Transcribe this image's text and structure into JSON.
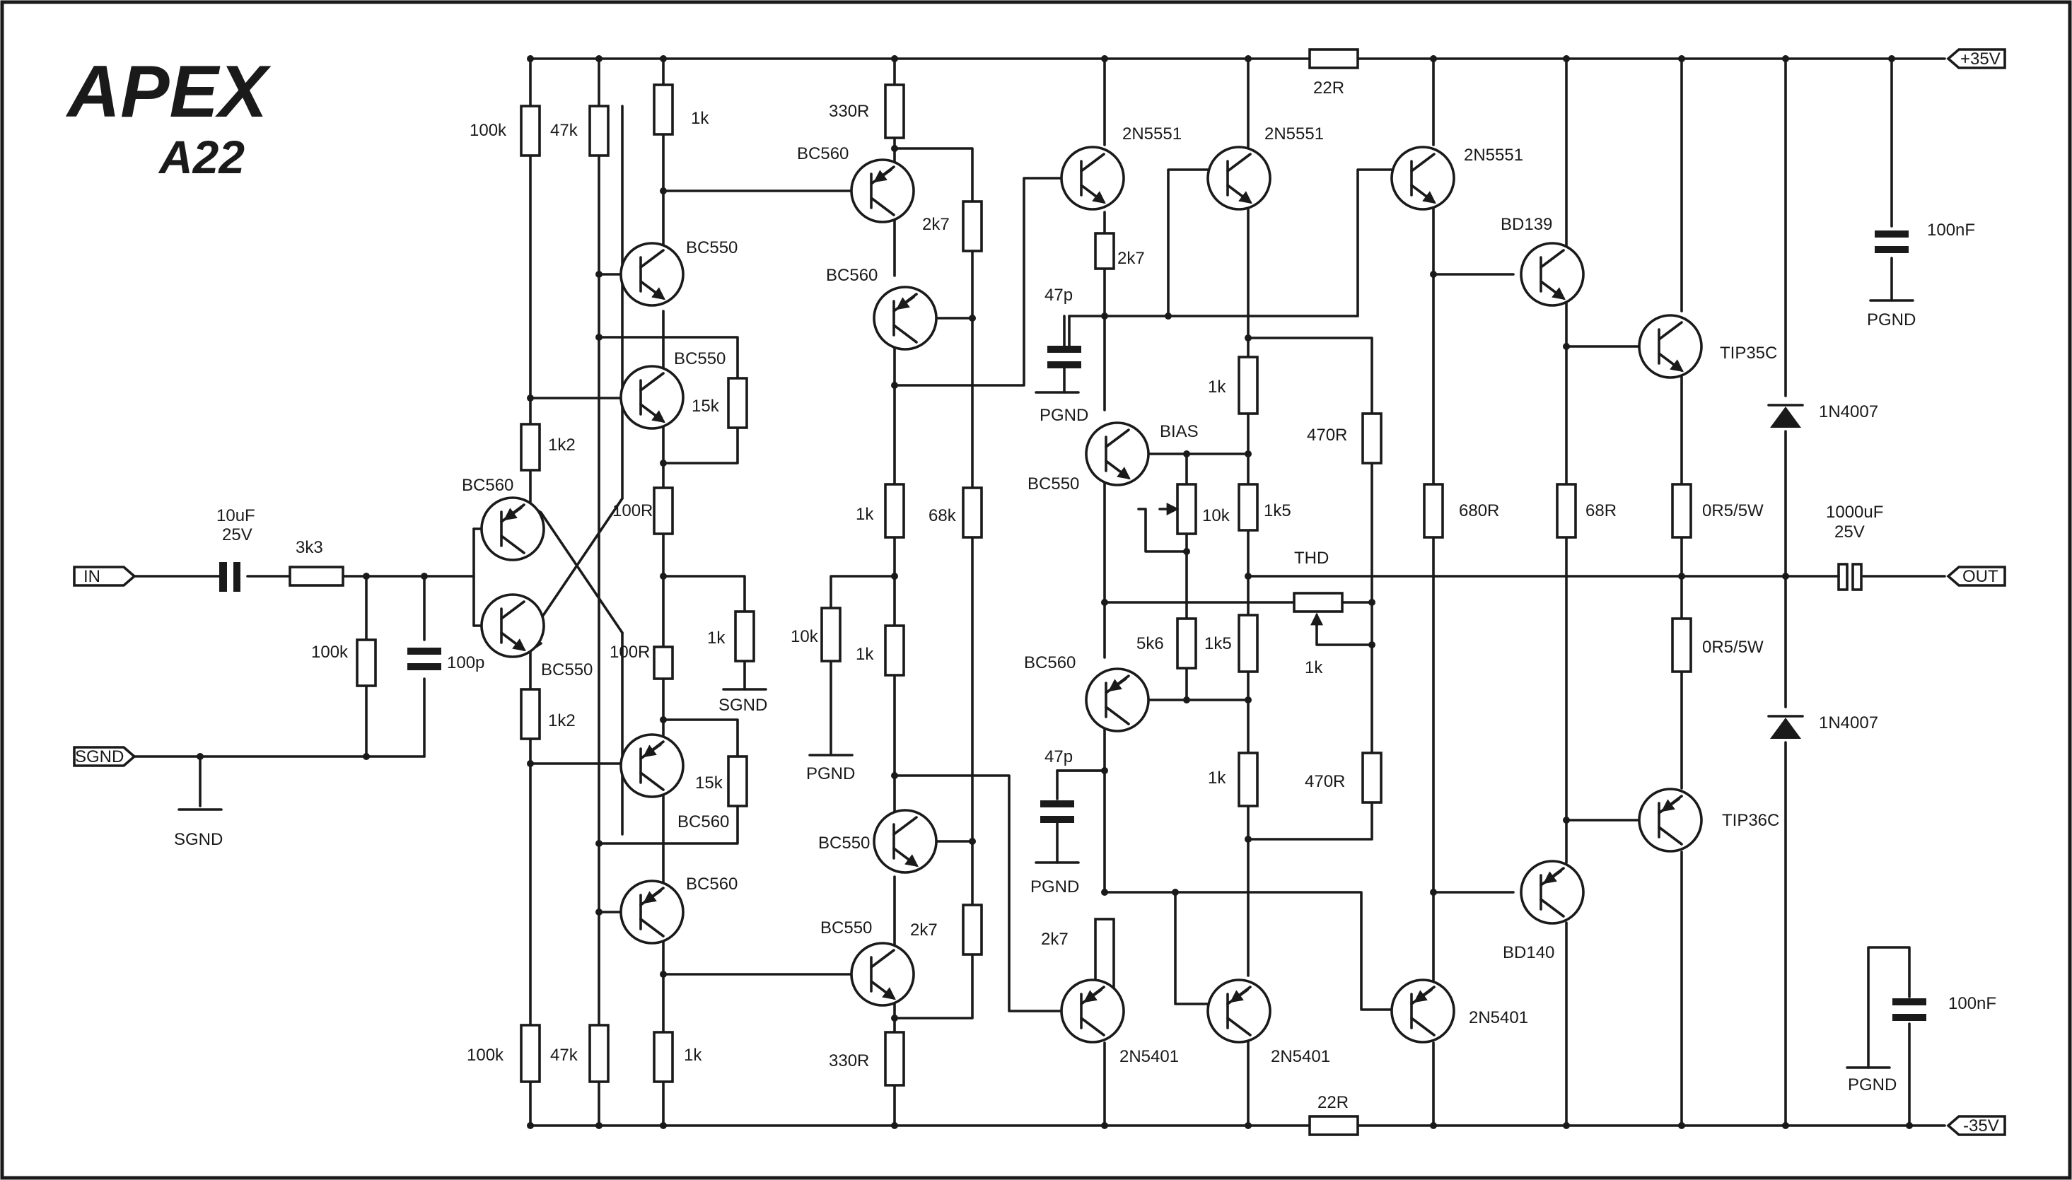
{
  "logo": {
    "brand": "APEX",
    "model": "A22"
  },
  "rails": {
    "pos": "+35V",
    "neg": "-35V",
    "input": "IN",
    "signal_ground": "SGND",
    "output": "OUT"
  },
  "input_stage": {
    "c_in": "10uF",
    "c_in_v": "25V",
    "r_in": "3k3",
    "r_shunt": "100k",
    "c_shunt": "100p",
    "sgnd": "SGND",
    "q_pnp": "BC560",
    "q_npn": "BC550",
    "r_top": "100k",
    "r_top2": "47k",
    "r_bot": "100k",
    "r_bot2": "47k",
    "r_e_top": "1k2",
    "r_e_bot": "1k2"
  },
  "current_mirror": {
    "r_top": "1k",
    "q1": "BC550",
    "q2": "BC550",
    "r15k_top": "15k",
    "r100_top": "100R",
    "r100_bot": "100R",
    "r1k_sg": "1k",
    "sgnd2": "SGND",
    "q3": "BC560",
    "r15k_bot": "15k",
    "q4": "BC560",
    "r_bot": "1k"
  },
  "vas": {
    "r330_top": "330R",
    "q_top1": "BC560",
    "q_top2": "BC560",
    "r2k7_top": "2k7",
    "r68k": "68k",
    "r1k_a": "1k",
    "r10k": "10k",
    "pgnd": "PGND",
    "r1k_b": "1k",
    "q_bot1": "BC550",
    "q_bot2": "BC550",
    "r2k7_bot": "2k7",
    "r330_bot": "330R"
  },
  "driver": {
    "q_pos1": "2N5551",
    "q_pos2": "2N5551",
    "q_pos3": "2N5551",
    "r2k7_a": "2k7",
    "c47p_a": "47p",
    "pgnd_a": "PGND",
    "q_bias": "BC550",
    "bias": "BIAS",
    "q_thd": "BC560",
    "c47p_b": "47p",
    "pgnd_b": "PGND",
    "r2k7_b": "2k7",
    "q_neg1": "2N5401",
    "q_neg2": "2N5401",
    "q_neg3": "2N5401",
    "r1k_top": "1k",
    "r1k5_a": "1k5",
    "r10k_pot": "10k",
    "r5k6": "5k6",
    "r1k5_b": "1k5",
    "r1k_bot": "1k",
    "r470_top": "470R",
    "r470_bot": "470R",
    "thd": "THD",
    "thd_pot": "1k",
    "r22_top": "22R",
    "r22_bot": "22R",
    "r680": "680R"
  },
  "output_stage": {
    "q_drv_top": "BD139",
    "q_drv_bot": "BD140",
    "r68": "68R",
    "q_out_top": "TIP35C",
    "q_out_bot": "TIP36C",
    "r_e_top": "0R5/5W",
    "r_e_bot": "0R5/5W",
    "d_top": "1N4007",
    "d_bot": "1N4007",
    "c_out": "1000uF",
    "c_out_v": "25V",
    "c_dec_top": "100nF",
    "c_dec_bot": "100nF",
    "pgnd_top": "PGND",
    "pgnd_bot": "PGND"
  }
}
